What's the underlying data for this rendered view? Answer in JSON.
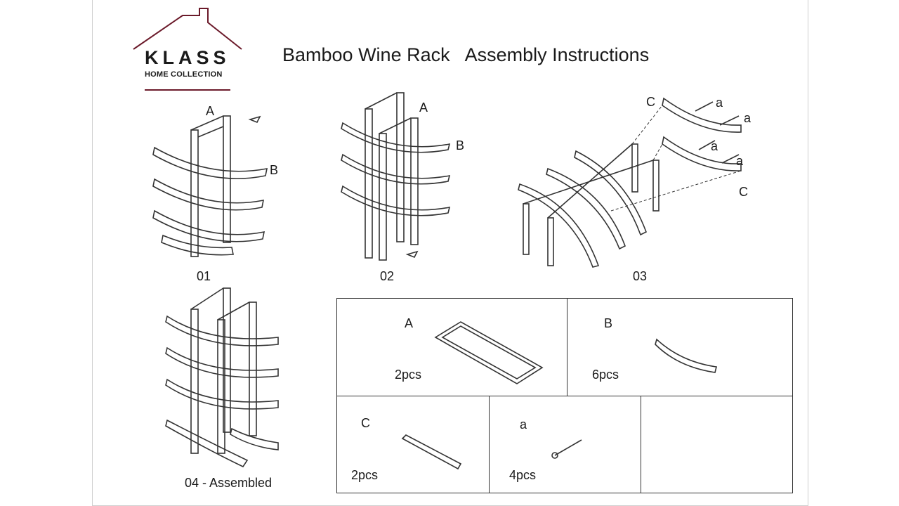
{
  "logo": {
    "brand": "KLASS",
    "subtitle": "HOME COLLECTION"
  },
  "title": "Bamboo Wine Rack   Assembly Instructions",
  "steps": {
    "s1": "01",
    "s2": "02",
    "s3": "03",
    "s4": "04 - Assembled"
  },
  "callouts": {
    "s1_a": "A",
    "s1_b": "B",
    "s2_a": "A",
    "s2_b": "B",
    "s3_c1": "C",
    "s3_c2": "C",
    "s3_a1": "a",
    "s3_a2": "a",
    "s3_a3": "a",
    "s3_a4": "a"
  },
  "parts": [
    {
      "letter": "A",
      "qty": "2pcs",
      "icon": "frame-panel"
    },
    {
      "letter": "B",
      "qty": "6pcs",
      "icon": "curved-slat"
    },
    {
      "letter": "C",
      "qty": "2pcs",
      "icon": "cross-bar"
    },
    {
      "letter": "a",
      "qty": "4pcs",
      "icon": "screw"
    }
  ]
}
